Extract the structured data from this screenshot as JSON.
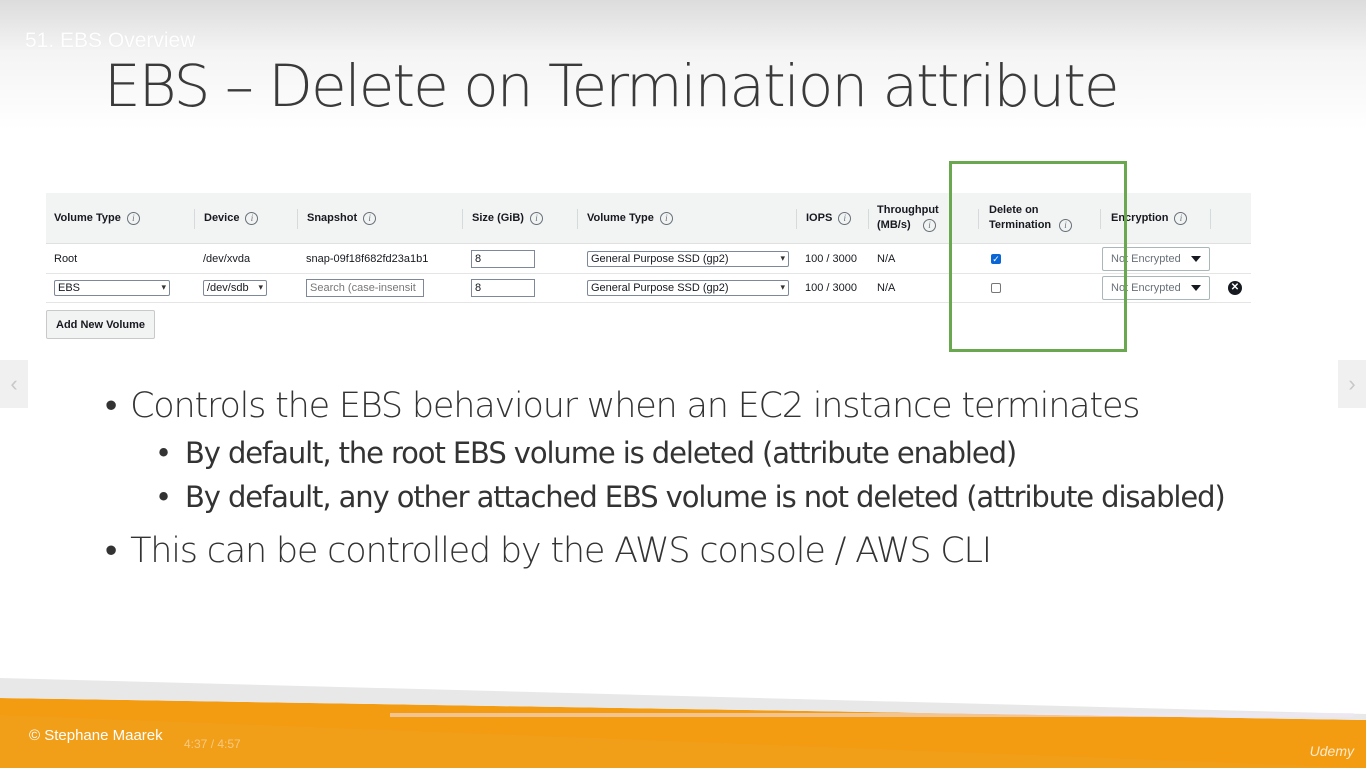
{
  "lecture_title": "51. EBS Overview",
  "slide_title": "EBS – Delete on Termination attribute",
  "table": {
    "headers": [
      {
        "label": "Volume Type",
        "info": true
      },
      {
        "label": "Device",
        "info": true
      },
      {
        "label": "Snapshot",
        "info": true
      },
      {
        "label": "Size (GiB)",
        "info": true
      },
      {
        "label": "Volume Type",
        "info": true
      },
      {
        "label": "IOPS",
        "info": true
      },
      {
        "label": "Throughput (MB/s)",
        "info": true
      },
      {
        "label": "Delete on Termination",
        "info": true
      },
      {
        "label": "Encryption",
        "info": true
      }
    ],
    "rows": [
      {
        "volume_type": "Root",
        "device": "/dev/xvda",
        "snapshot": "snap-09f18f682fd23a1b1",
        "size": "8",
        "ebs_volume_type": "General Purpose SSD (gp2)",
        "iops": "100 / 3000",
        "throughput": "N/A",
        "delete_on_termination": true,
        "encryption": "Not Encrypted"
      },
      {
        "volume_type": "EBS",
        "device": "/dev/sdb",
        "snapshot_placeholder": "Search (case-insensit",
        "size": "8",
        "ebs_volume_type": "General Purpose SSD (gp2)",
        "iops": "100 / 3000",
        "throughput": "N/A",
        "delete_on_termination": false,
        "encryption": "Not Encrypted"
      }
    ],
    "add_button": "Add New Volume",
    "info_glyph": "i"
  },
  "bullets": {
    "main1": "Controls the EBS behaviour when an EC2 instance terminates",
    "sub1": "By default, the root EBS volume is deleted (attribute enabled)",
    "sub2": "By default, any other attached EBS volume is not deleted (attribute disabled)",
    "main2": "This can be controlled by the AWS console / AWS CLI"
  },
  "footer": {
    "copyright": "© Stephane Maarek",
    "time": "4:37 / 4:57",
    "brand": "Udemy"
  },
  "colors": {
    "highlight": "#6aa84f",
    "footer_orange": "#f39c12",
    "checkbox_blue": "#0a66d4"
  }
}
